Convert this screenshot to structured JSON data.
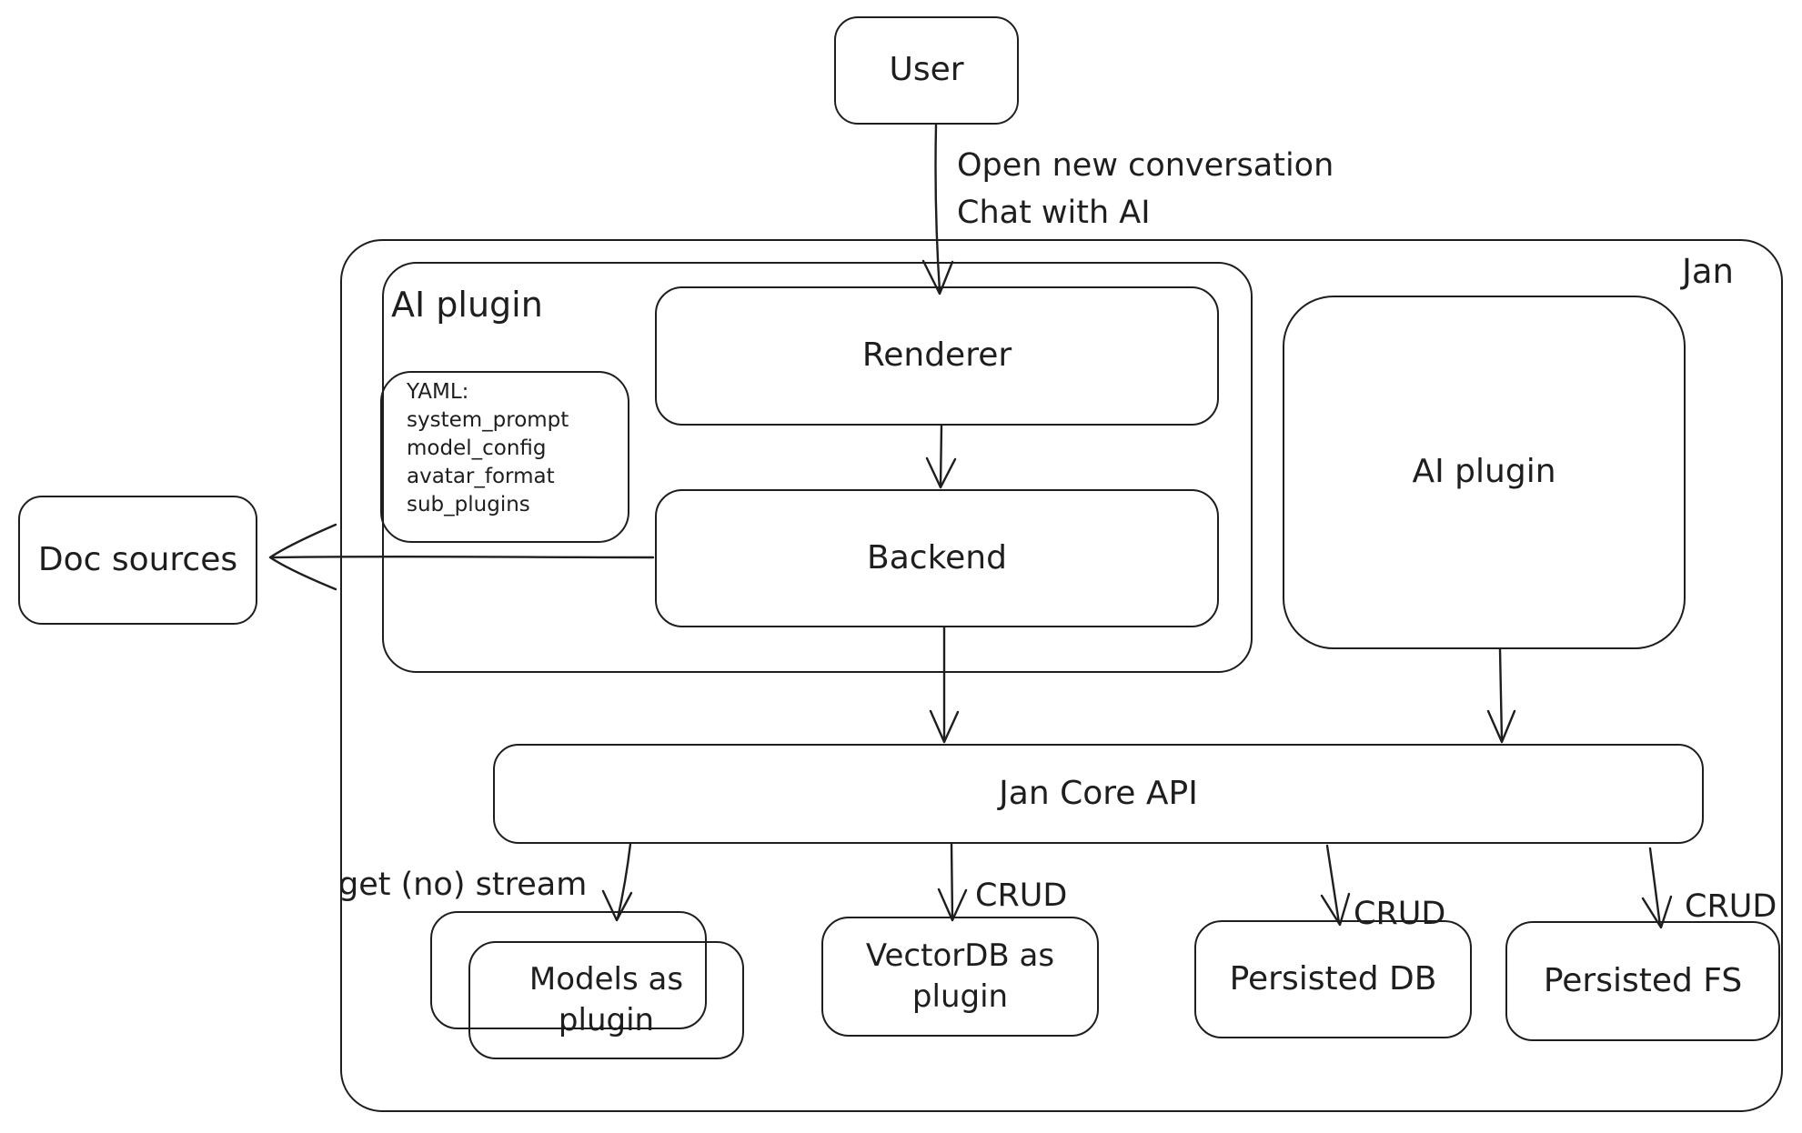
{
  "diagram": {
    "colors": {
      "stroke": "#1e1e1e",
      "background": "#ffffff"
    },
    "container_label": "Jan",
    "nodes": {
      "user": "User",
      "ai_plugin_group": "AI plugin",
      "renderer": "Renderer",
      "backend": "Backend",
      "yaml_note": "YAML:\nsystem_prompt\nmodel_config\navatar_format\nsub_plugins",
      "ai_plugin_right": "AI plugin",
      "doc_sources": "Doc sources",
      "jan_core_api": "Jan Core API",
      "models_as_plugin": "Models as\nplugin",
      "vectordb_as_plugin": "VectorDB as\nplugin",
      "persisted_db": "Persisted DB",
      "persisted_fs": "Persisted FS"
    },
    "edge_labels": {
      "user_to_renderer": "Open new conversation\nChat with AI",
      "jan_core_to_models": "get (no) stream",
      "jan_core_to_vectordb": "CRUD",
      "jan_core_to_persisted_db": "CRUD",
      "jan_core_to_persisted_fs": "CRUD"
    }
  }
}
